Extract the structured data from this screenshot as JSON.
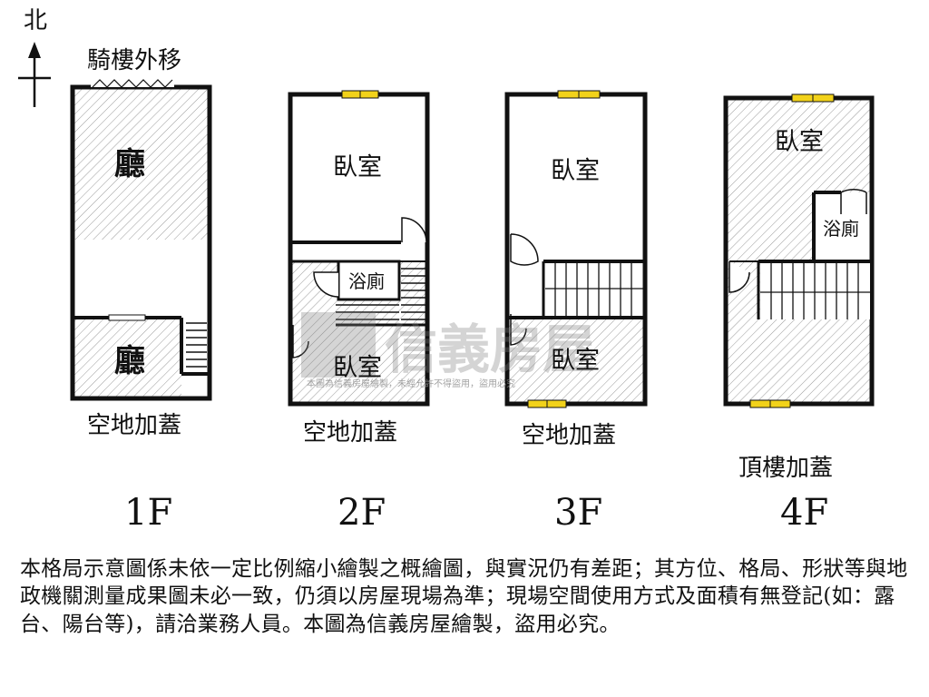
{
  "compass": {
    "north": "北"
  },
  "floors": [
    {
      "level": "1F",
      "rooms": [
        "廳",
        "廳"
      ],
      "top_note": "騎樓外移",
      "bottom_note": "空地加蓋"
    },
    {
      "level": "2F",
      "rooms": [
        "臥室",
        "浴廁",
        "臥室"
      ],
      "bottom_note": "空地加蓋"
    },
    {
      "level": "3F",
      "rooms": [
        "臥室",
        "臥室"
      ],
      "bottom_note": "空地加蓋"
    },
    {
      "level": "4F",
      "rooms": [
        "臥室",
        "浴廁"
      ],
      "bottom_note": "頂樓加蓋"
    }
  ],
  "watermark": {
    "brand": "信義房屋",
    "sub": "本圖為信義房屋繪製，未經允許不得盜用，盜用必究"
  },
  "disclaimer": "本格局示意圖係未依一定比例縮小繪製之概繪圖，與實況仍有差距；其方位、格局、形狀等與地政機關測量成果圖未必一致，仍須以房屋現場為準；現場空間使用方式及面積有無登記(如：露台、陽台等)，請洽業務人員。本圖為信義房屋繪製，盜用必究。",
  "colors": {
    "wall": "#111111",
    "window": "#f2d21a",
    "hatch": "#9a9a9a"
  }
}
